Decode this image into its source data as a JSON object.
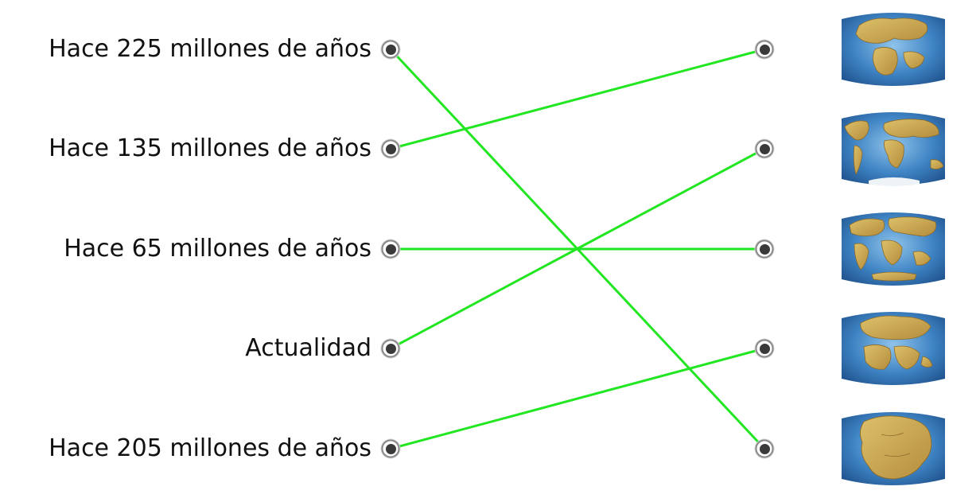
{
  "periods": [
    {
      "label": "Hace 225 millones de años"
    },
    {
      "label": "Hace 135 millones de años"
    },
    {
      "label": "Hace 65 millones de años"
    },
    {
      "label": "Actualidad"
    },
    {
      "label": "Hace 205 millones de años"
    }
  ],
  "maps": [
    {
      "icon": "globe-map-continents-separating-icon"
    },
    {
      "icon": "globe-map-present-day-continents-icon"
    },
    {
      "icon": "globe-map-late-cretaceous-icon"
    },
    {
      "icon": "globe-map-laurasia-gondwana-icon"
    },
    {
      "icon": "globe-map-pangaea-icon"
    }
  ],
  "connections": [
    [
      0,
      4
    ],
    [
      1,
      0
    ],
    [
      2,
      2
    ],
    [
      3,
      1
    ],
    [
      4,
      3
    ]
  ],
  "colors": {
    "line": "#22e622",
    "ocean": "#2f6fae",
    "land": "#c9a24a"
  }
}
